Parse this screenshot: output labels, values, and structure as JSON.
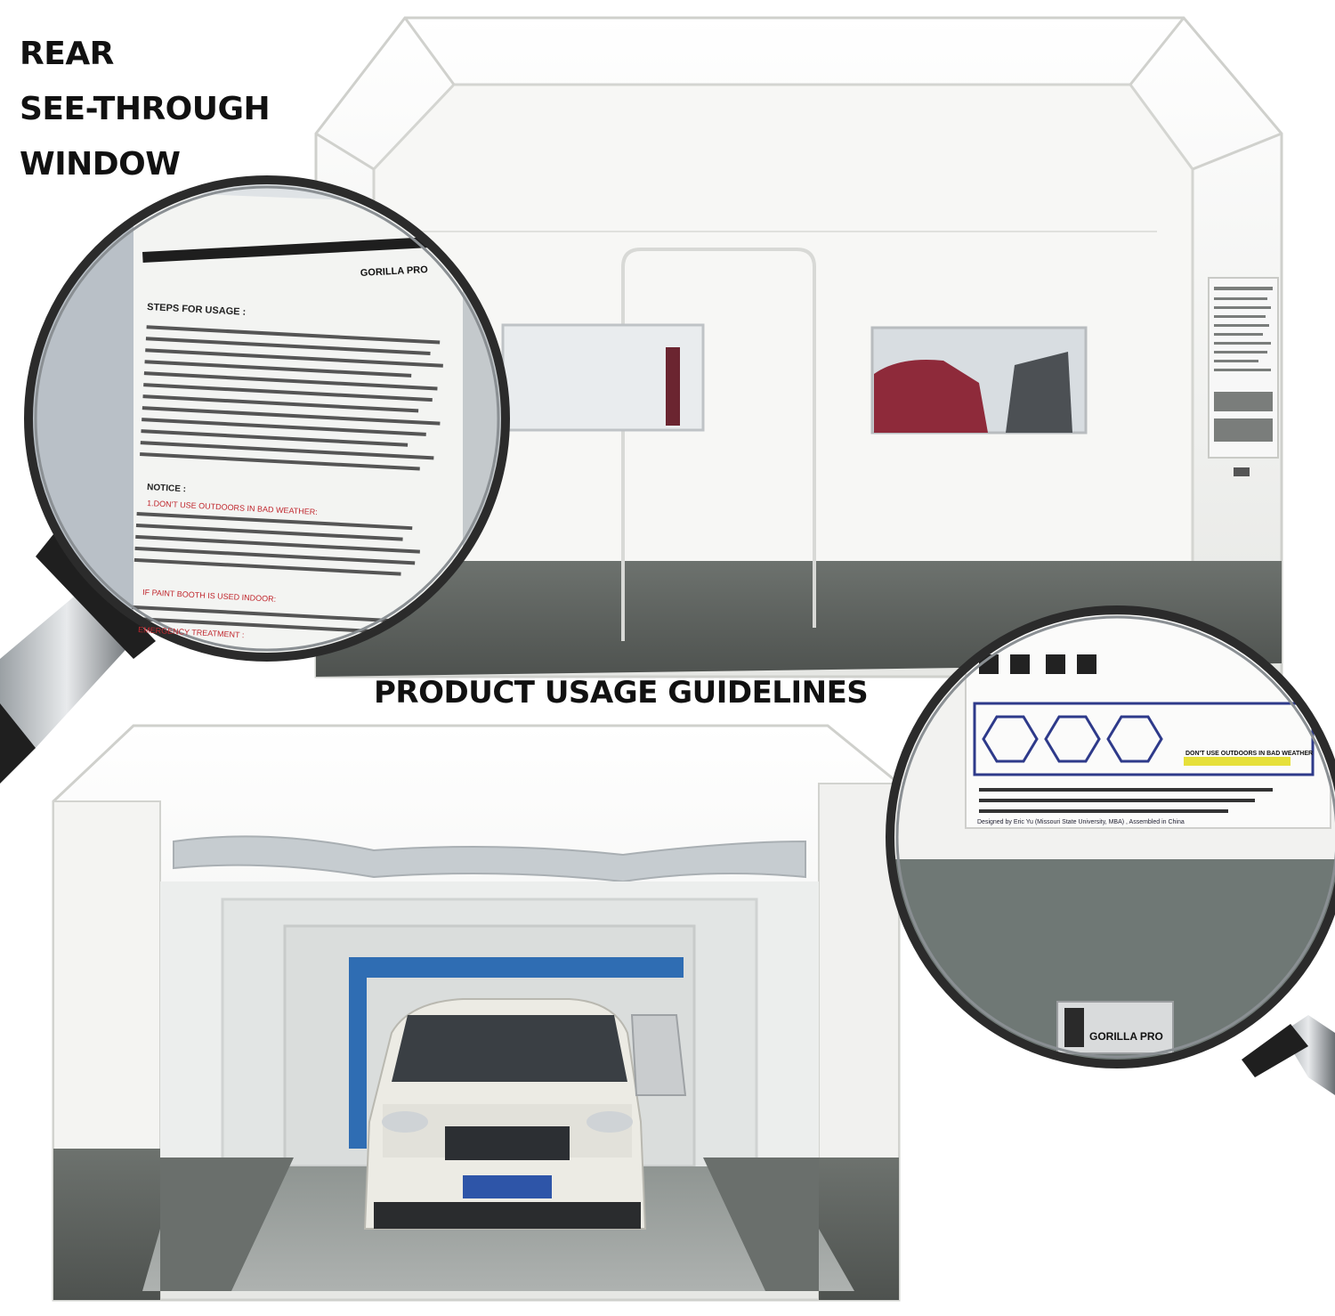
{
  "captions": {
    "top_left": [
      "REAR",
      "SEE-THROUGH",
      "WINDOW"
    ],
    "middle": "PRODUCT USAGE GUIDELINES"
  },
  "magnifier_left": {
    "brand": "GORILLA PRO",
    "heading": "STEPS FOR USAGE :",
    "notice": "NOTICE :",
    "red_heading_1": "1.DON'T USE OUTDOORS IN BAD WEATHER:",
    "red_heading_2": "IF PAINT BOOTH IS USED INDOOR:",
    "red_heading_3": "EMERGENCY TREATMENT :"
  },
  "magnifier_right": {
    "warning": "DON'T USE OUTDOORS IN BAD WEATHER",
    "designed_by": "Designed by Eric Yu (Missouri State University, MBA) , Assembled in China",
    "label_brand": "GORILLA PRO"
  },
  "colors": {
    "tent_white": "#f3f3f1",
    "tent_shadow": "#d9dad7",
    "tent_base": "#5d625e",
    "inner_arch": "#2f6db3",
    "lens_frame": "#2b2b2b",
    "handle_dark": "#1f1f1f"
  }
}
